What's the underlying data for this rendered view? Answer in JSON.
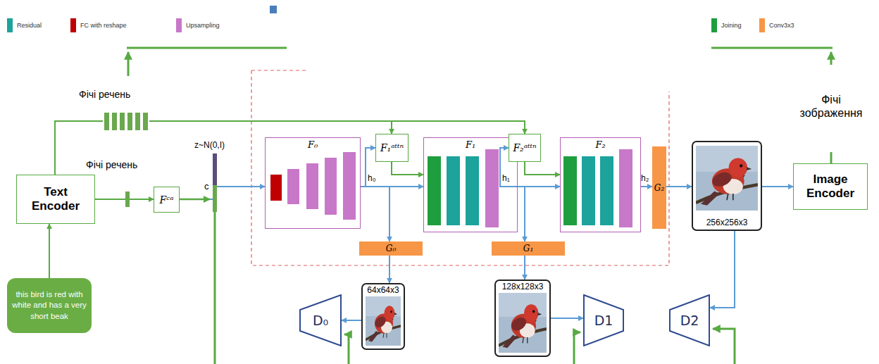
{
  "diagram": {
    "nodes": [
      {
        "text": [
          "Text Encoder"
        ]
      },
      {
        "text": [
          "this bird is red with white and has a very short beak"
        ]
      },
      {
        "text": [
          "Fᶜᵃ"
        ]
      },
      {
        "text": [
          "F₀"
        ]
      },
      {
        "text": [
          "F₁ᵃᵗᵗⁿ"
        ]
      },
      {
        "text": [
          "F₁"
        ]
      },
      {
        "text": [
          "F₂ᵃᵗᵗⁿ"
        ]
      },
      {
        "text": [
          "F₂"
        ]
      },
      {
        "text": [
          "G₂"
        ]
      },
      {
        "text": [
          "G₀"
        ]
      },
      {
        "text": [
          "G₁"
        ]
      },
      {
        "text": [
          "256x256x3"
        ]
      },
      {
        "text": [
          "Image Encoder"
        ]
      },
      {
        "text": [
          "64x64x3"
        ]
      },
      {
        "text": [
          "D₀"
        ]
      },
      {
        "text": [
          "128x128x3"
        ]
      },
      {
        "text": [
          "D1"
        ]
      },
      {
        "text": [
          "D2"
        ]
      }
    ],
    "edges": [
      {
        "from": 1,
        "to": 0,
        "arrow": "to"
      },
      {
        "from": 0,
        "to": 2,
        "arrow": "to"
      },
      {
        "from": 2,
        "to": 3,
        "arrow": "to"
      },
      {
        "from": 0,
        "to": 4,
        "arrow": "to"
      },
      {
        "from": 0,
        "to": 6,
        "arrow": "to"
      },
      {
        "from": 3,
        "to": 4,
        "arrow": "to"
      },
      {
        "from": 3,
        "to": 5,
        "arrow": "to"
      },
      {
        "from": 3,
        "to": 9,
        "arrow": "to"
      },
      {
        "from": 4,
        "to": 5,
        "arrow": "to"
      },
      {
        "from": 5,
        "to": 6,
        "arrow": "to"
      },
      {
        "from": 5,
        "to": 7,
        "arrow": "to"
      },
      {
        "from": 5,
        "to": 10,
        "arrow": "to"
      },
      {
        "from": 6,
        "to": 7,
        "arrow": "to"
      },
      {
        "from": 7,
        "to": 8,
        "arrow": "to"
      },
      {
        "from": 8,
        "to": 11,
        "arrow": "to"
      },
      {
        "from": 11,
        "to": 12,
        "arrow": "to"
      },
      {
        "from": 9,
        "to": 13,
        "arrow": "to"
      },
      {
        "from": 10,
        "to": 15,
        "arrow": "to"
      },
      {
        "from": 13,
        "to": 14,
        "arrow": "to"
      },
      {
        "from": 15,
        "to": 16,
        "arrow": "to"
      },
      {
        "from": 11,
        "to": 17,
        "arrow": "to"
      }
    ],
    "labels": [
      "Фічі речень",
      "Фічі речень",
      "Фічі зображення",
      "z~N(0,I)",
      "c",
      "h₀",
      "h₁",
      "h₂"
    ],
    "legend": [
      {
        "text": "Residual",
        "color": "#1ba39c"
      },
      {
        "text": "FC with reshape",
        "color": "#c00000"
      },
      {
        "text": "Upsampling",
        "color": "#c878c8"
      },
      {
        "text": "Joining",
        "color": "#1e9e3e"
      },
      {
        "text": "Conv3x3",
        "color": "#f79646"
      }
    ]
  }
}
